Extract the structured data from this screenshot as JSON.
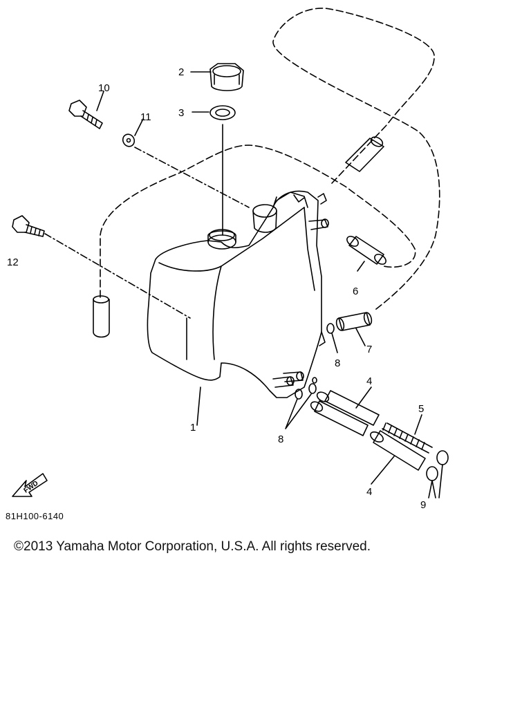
{
  "diagram": {
    "callouts": {
      "c1": "1",
      "c2": "2",
      "c3": "3",
      "c4a": "4",
      "c4b": "4",
      "c5": "5",
      "c6": "6",
      "c7": "7",
      "c8a": "8",
      "c8b": "8",
      "c9": "9",
      "c10": "10",
      "c11": "11",
      "c12": "12"
    },
    "fwd_label": "FWD",
    "part_code": "81H100-6140"
  },
  "footer": {
    "copyright": "©2013 Yamaha Motor Corporation, U.S.A. All rights reserved."
  }
}
